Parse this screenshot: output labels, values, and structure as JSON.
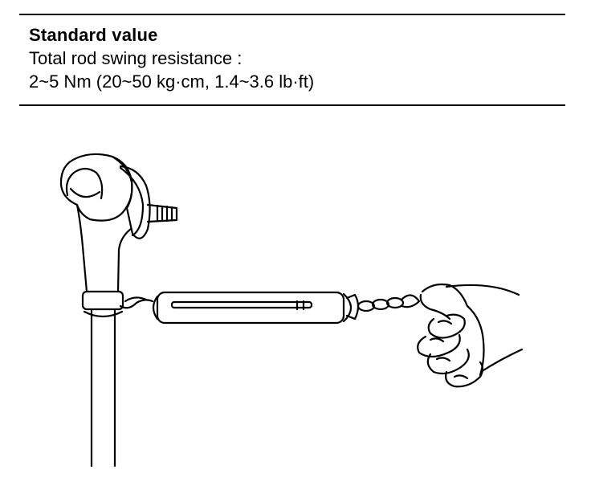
{
  "spec": {
    "heading": "Standard value",
    "line1": "Total rod swing resistance :",
    "line2": "2~5 Nm (20~50 kg·cm, 1.4~3.6 lb·ft)"
  },
  "figure": {
    "parts": [
      "tie-rod-end",
      "spring-scale",
      "hand"
    ]
  }
}
